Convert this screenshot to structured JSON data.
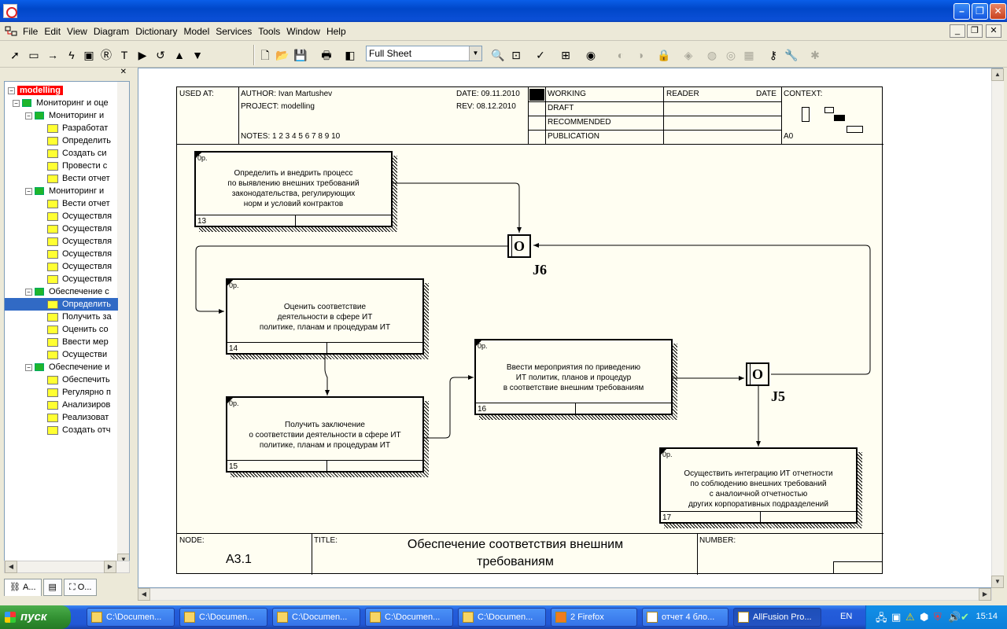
{
  "window": {
    "title": ""
  },
  "menu": [
    "File",
    "Edit",
    "View",
    "Diagram",
    "Dictionary",
    "Model",
    "Services",
    "Tools",
    "Window",
    "Help"
  ],
  "toolbar": {
    "sheet_select": "Full Sheet"
  },
  "tree": {
    "root": "modelling",
    "items": [
      {
        "label": "Мониторинг и оце",
        "type": "green",
        "level": 1
      },
      {
        "label": "Мониторинг и",
        "type": "green",
        "level": 2
      },
      {
        "label": "Разработат",
        "type": "yellow",
        "level": 3
      },
      {
        "label": "Определить",
        "type": "yellow",
        "level": 3
      },
      {
        "label": "Создать си",
        "type": "yellow",
        "level": 3
      },
      {
        "label": "Провести с",
        "type": "yellow",
        "level": 3
      },
      {
        "label": "Вести отчет",
        "type": "yellow",
        "level": 3
      },
      {
        "label": "Мониторинг и",
        "type": "green",
        "level": 2
      },
      {
        "label": "Вести отчет",
        "type": "yellow",
        "level": 3
      },
      {
        "label": "Осуществля",
        "type": "yellow",
        "level": 3
      },
      {
        "label": "Осуществля",
        "type": "yellow",
        "level": 3
      },
      {
        "label": "Осуществля",
        "type": "yellow",
        "level": 3
      },
      {
        "label": "Осуществля",
        "type": "yellow",
        "level": 3
      },
      {
        "label": "Осуществля",
        "type": "yellow",
        "level": 3
      },
      {
        "label": "Осуществля",
        "type": "yellow",
        "level": 3
      },
      {
        "label": "Обеспечение с",
        "type": "green",
        "level": 2
      },
      {
        "label": "Определить",
        "type": "yellow",
        "level": 3,
        "selected": true
      },
      {
        "label": "Получить за",
        "type": "yellow",
        "level": 3
      },
      {
        "label": "Оценить со",
        "type": "yellow",
        "level": 3
      },
      {
        "label": "Ввести мер",
        "type": "yellow",
        "level": 3
      },
      {
        "label": "Осуществи",
        "type": "yellow",
        "level": 3
      },
      {
        "label": "Обеспечение и",
        "type": "green",
        "level": 2
      },
      {
        "label": "Обеспечить",
        "type": "yellow",
        "level": 3
      },
      {
        "label": "Регулярно п",
        "type": "yellow",
        "level": 3
      },
      {
        "label": "Анализиров",
        "type": "yellow",
        "level": 3
      },
      {
        "label": "Реализоват",
        "type": "yellow",
        "level": 3
      },
      {
        "label": "Создать отч",
        "type": "yellow",
        "level": 3
      }
    ],
    "tabs": [
      "А...",
      "",
      "О..."
    ]
  },
  "header": {
    "used_at": "USED AT:",
    "author": "AUTHOR:  Ivan Martushev",
    "project": "PROJECT:  modelling",
    "date": "DATE:  09.11.2010",
    "rev": "REV:    08.12.2010",
    "notes": "NOTES:  1  2  3  4  5  6  7  8  9  10",
    "working": "WORKING",
    "draft": "DRAFT",
    "recommended": "RECOMMENDED",
    "publication": "PUBLICATION",
    "reader": "READER",
    "date2": "DATE",
    "context": "CONTEXT:",
    "context_node": "A0"
  },
  "boxes": [
    {
      "id": "13",
      "cost": "0р.",
      "text": "Определить и внедрить процесс\nпо выявлению внешних требований\nзаконодательства, регулирующих\nнорм и условий контрактов"
    },
    {
      "id": "14",
      "cost": "0р.",
      "text": "Оценить соответствие\nдеятельности в сфере ИТ\nполитике, планам и процедурам ИТ"
    },
    {
      "id": "15",
      "cost": "0р.",
      "text": "Получить заключение\nо соответствии деятельности в сфере ИТ\nполитике, планам и процедурам ИТ"
    },
    {
      "id": "16",
      "cost": "0р.",
      "text": "Ввести мероприятия по приведению\nИТ политик, планов и процедур\nв соответствие внешним требованиям"
    },
    {
      "id": "17",
      "cost": "0р.",
      "text": "Осуществить интеграцию ИТ отчетности\nпо соблюдению внешних требований\nс аналоичной отчетностью\nдругих корпоративных подразделений"
    }
  ],
  "junctions": [
    {
      "symbol": "O",
      "label": "J6"
    },
    {
      "symbol": "O",
      "label": "J5"
    }
  ],
  "footer": {
    "node_label": "NODE:",
    "node_value": "A3.1",
    "title_label": "TITLE:",
    "title_value": "Обеспечение соответствия  внешним\nтребованиям",
    "number_label": "NUMBER:"
  },
  "taskbar": {
    "start": "пуск",
    "tasks": [
      "C:\\Documen...",
      "C:\\Documen...",
      "C:\\Documen...",
      "C:\\Documen...",
      "C:\\Documen...",
      "2 Firefox",
      "отчет 4 бло...",
      "AllFusion Pro..."
    ],
    "lang": "EN",
    "clock": "15:14"
  }
}
